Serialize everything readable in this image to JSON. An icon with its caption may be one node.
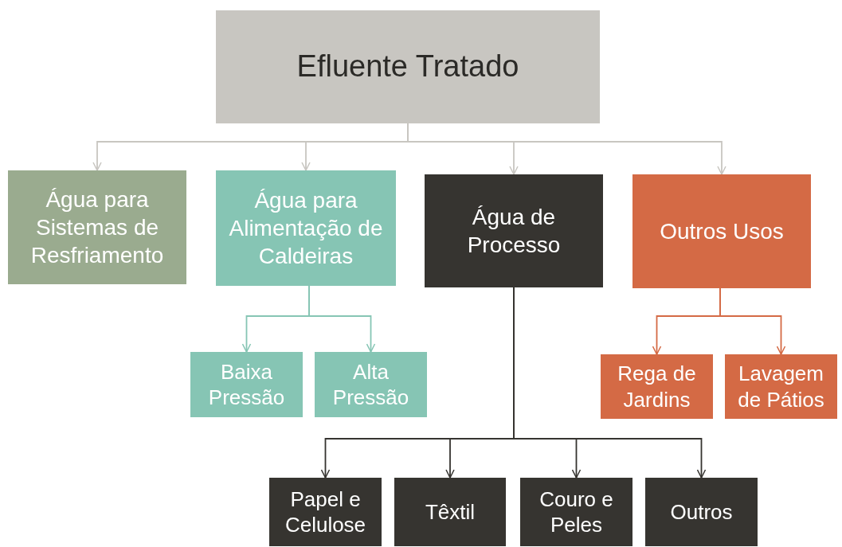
{
  "diagram": {
    "nodes": [
      {
        "text": [
          "Efluente Tratado"
        ]
      },
      {
        "text": [
          "Água para Sistemas de Resfriamento"
        ]
      },
      {
        "text": [
          "Água para Alimentação de Caldeiras"
        ]
      },
      {
        "text": [
          "Água de Processo"
        ]
      },
      {
        "text": [
          "Outros Usos"
        ]
      },
      {
        "text": [
          "Baixa Pressão"
        ]
      },
      {
        "text": [
          "Alta Pressão"
        ]
      },
      {
        "text": [
          "Rega de Jardins"
        ]
      },
      {
        "text": [
          "Lavagem de Pátios"
        ]
      },
      {
        "text": [
          "Papel e Celulose"
        ]
      },
      {
        "text": [
          "Têxtil"
        ]
      },
      {
        "text": [
          "Couro e Peles"
        ]
      },
      {
        "text": [
          "Outros"
        ]
      }
    ],
    "edges": [
      {
        "from": 0,
        "to": 1,
        "arrow": "to",
        "color": "#c8c6c1"
      },
      {
        "from": 0,
        "to": 2,
        "arrow": "to",
        "color": "#c8c6c1"
      },
      {
        "from": 0,
        "to": 3,
        "arrow": "to",
        "color": "#c8c6c1"
      },
      {
        "from": 0,
        "to": 4,
        "arrow": "to",
        "color": "#c8c6c1"
      },
      {
        "from": 2,
        "to": 5,
        "arrow": "to",
        "color": "#86c5b4"
      },
      {
        "from": 2,
        "to": 6,
        "arrow": "to",
        "color": "#86c5b4"
      },
      {
        "from": 4,
        "to": 7,
        "arrow": "to",
        "color": "#d46a45"
      },
      {
        "from": 4,
        "to": 8,
        "arrow": "to",
        "color": "#d46a45"
      },
      {
        "from": 3,
        "to": 9,
        "arrow": "to",
        "color": "#363430"
      },
      {
        "from": 3,
        "to": 10,
        "arrow": "to",
        "color": "#363430"
      },
      {
        "from": 3,
        "to": 11,
        "arrow": "to",
        "color": "#363430"
      },
      {
        "from": 3,
        "to": 12,
        "arrow": "to",
        "color": "#363430"
      }
    ]
  }
}
